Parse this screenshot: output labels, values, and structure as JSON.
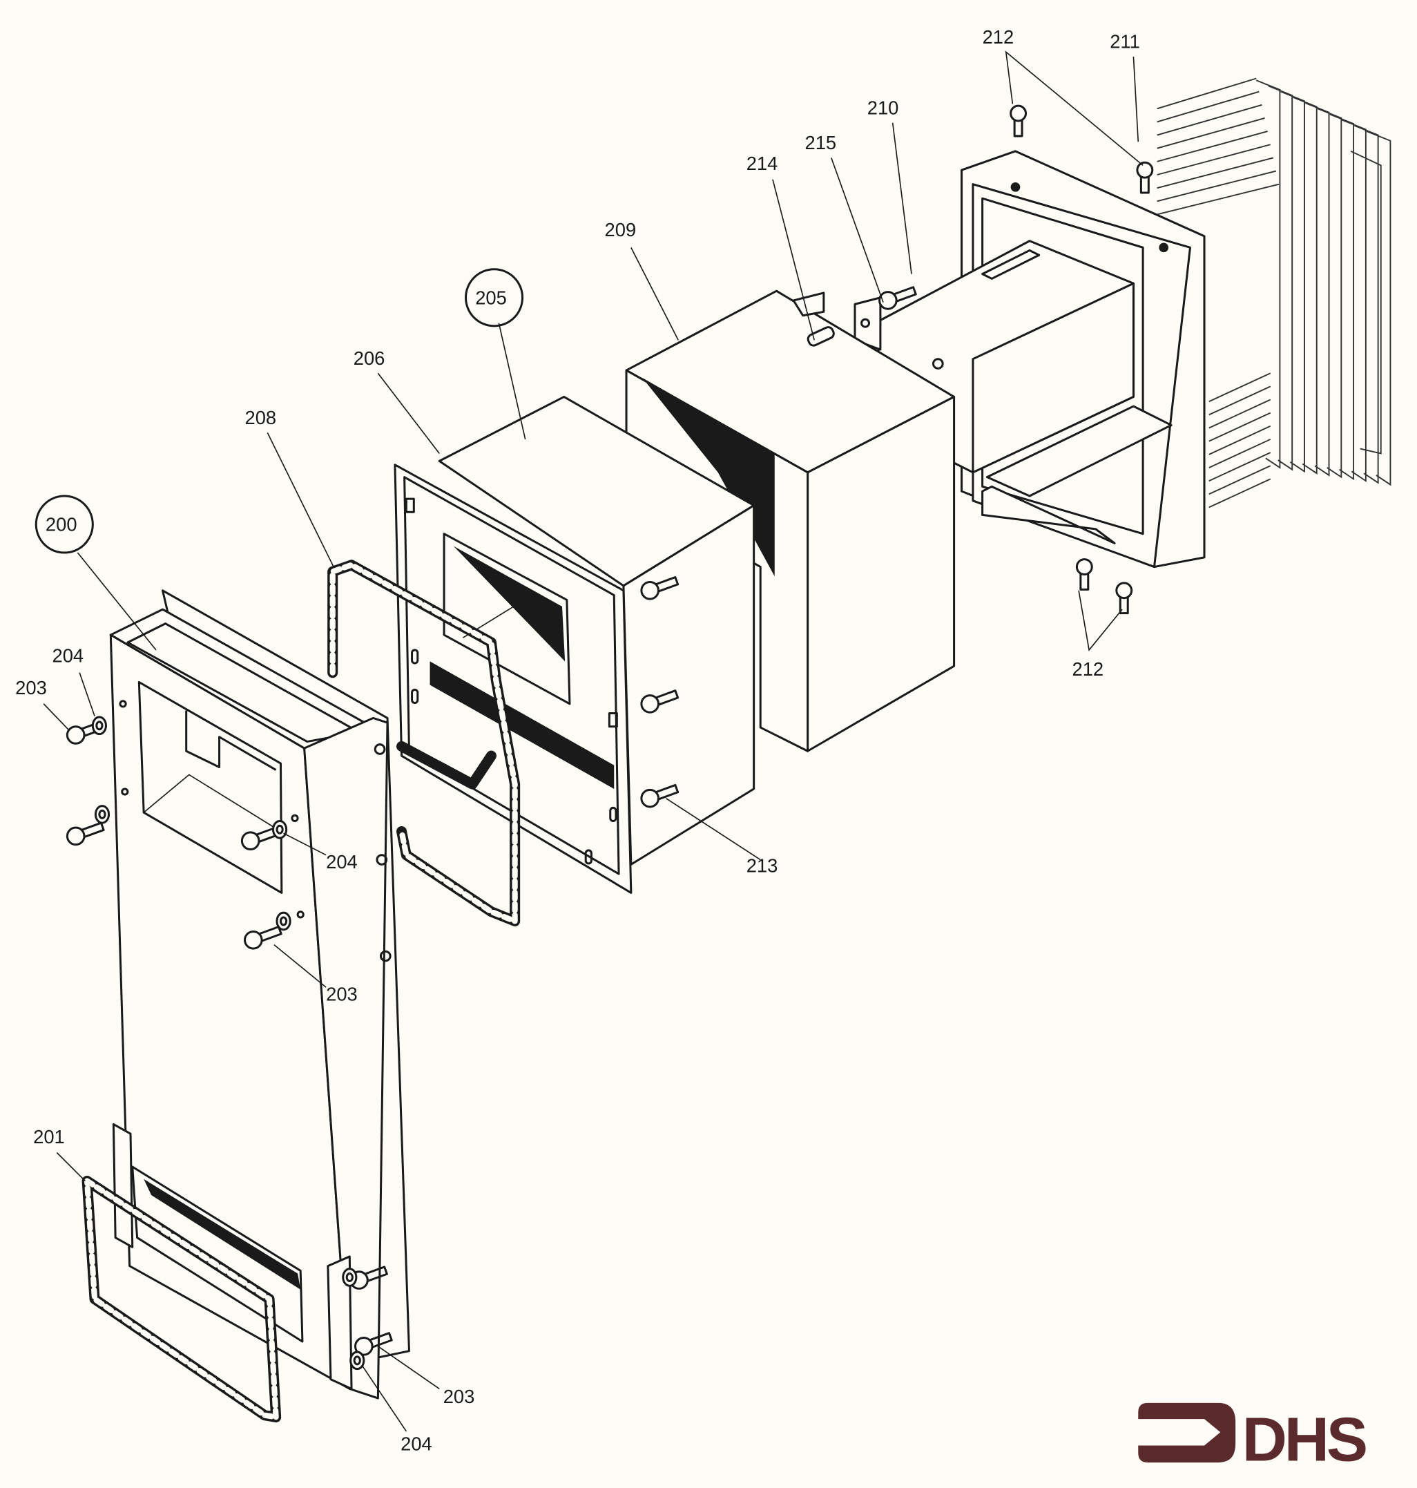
{
  "diagram": {
    "type": "exploded parts view",
    "callouts": [
      "212",
      "211",
      "210",
      "215",
      "214",
      "209",
      "205",
      "206",
      "208",
      "200",
      "204",
      "203",
      "204",
      "213",
      "203",
      "201",
      "203",
      "204",
      "212"
    ],
    "circled_callouts": [
      "205",
      "200"
    ]
  },
  "logo": {
    "text": "DHS",
    "color": "#5b2a2c"
  },
  "colors": {
    "ink": "#1a1a1a",
    "paper": "#fdfcf6"
  }
}
